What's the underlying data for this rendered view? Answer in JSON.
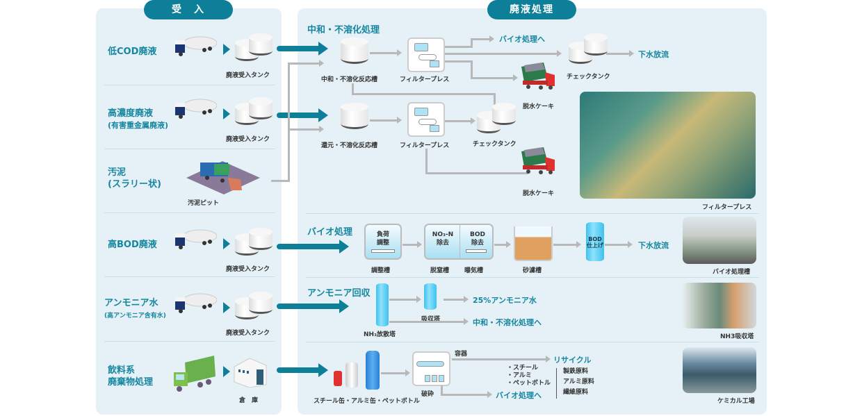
{
  "headers": {
    "receive": "受　入",
    "treatment": "廃液処理"
  },
  "sources": [
    {
      "name": "低COD廃液",
      "sub": "",
      "facility": "廃液受入タンク"
    },
    {
      "name": "高濃度廃液",
      "sub": "(有害重金属廃液)",
      "facility": "廃液受入タンク"
    },
    {
      "name": "汚泥",
      "sub": "(スラリー状)",
      "facility": "汚泥ピット"
    },
    {
      "name": "高BOD廃液",
      "sub": "",
      "facility": "廃液受入タンク"
    },
    {
      "name": "アンモニア水",
      "sub": "(高アンモニア含有水)",
      "facility": "廃液受入タンク"
    },
    {
      "name": "飲料系",
      "sub": "廃棄物処理",
      "facility": "倉　庫"
    }
  ],
  "neutral": {
    "title": "中和・不溶化処理",
    "reactor1": "中和・不溶化反応槽",
    "press1": "フィルタープレス",
    "to_bio": "バイオ処理へ",
    "check1": "チェックタンク",
    "sewer1": "下水放流",
    "cake1": "脱水ケーキ",
    "reactor2": "還元・不溶化反応槽",
    "press2": "フィルタープレス",
    "check2": "チェックタンク",
    "cake2": "脱水ケーキ",
    "photo_caption": "フィルタープレス"
  },
  "bio": {
    "title": "バイオ処理",
    "box1": [
      "負荷",
      "調整"
    ],
    "box2": [
      "NO₃-N",
      "除去"
    ],
    "box3": [
      "BOD",
      "除去"
    ],
    "tank1": "調整槽",
    "tank2": "脱窒槽",
    "tank3": "曝気槽",
    "tank4": "砂濾槽",
    "finish": [
      "BOD",
      "仕上げ"
    ],
    "sewer": "下水放流",
    "photo_caption": "バイオ処理槽"
  },
  "ammonia": {
    "title": "アンモニア回収",
    "stripper": "NH₃放散塔",
    "absorber": "吸収塔",
    "out1": "25%アンモニア水",
    "out2": "中和・不溶化処理へ",
    "photo_caption": "NH3吸収塔"
  },
  "beverage": {
    "items": "スチール缶・アルミ缶・ペットボトル",
    "crusher": "破砕",
    "container": "容器",
    "materials": [
      "・スチール",
      "・アルミ",
      "・ペットボトル"
    ],
    "recycle": "リサイクル",
    "recycle_items": [
      "製鉄原料",
      "アルミ原料",
      "繊維原料"
    ],
    "to_bio": "バイオ処理へ",
    "photo_caption": "ケミカル工場"
  }
}
